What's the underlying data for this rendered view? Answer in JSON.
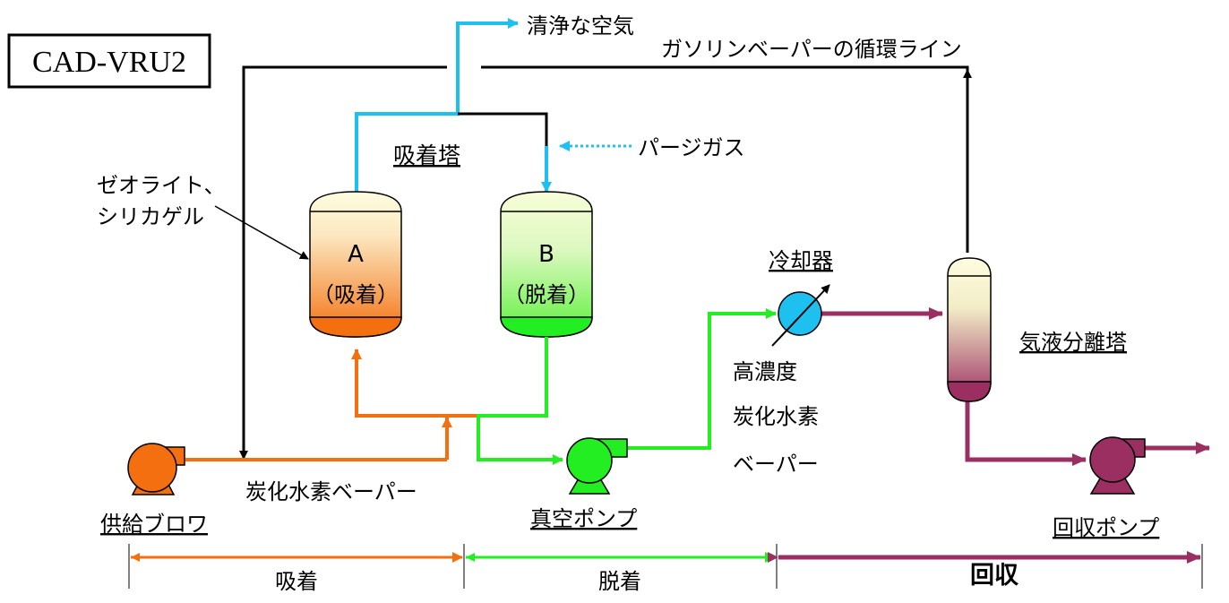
{
  "title_box": "CAD-VRU2",
  "labels": {
    "clean_air": "清浄な空気",
    "gasoline_recycle": "ガソリンベーパーの循環ライン",
    "adsorber_towers": "吸着塔",
    "purge_gas": "パージガス",
    "adsorbent_line1": "ゼオライト、",
    "adsorbent_line2": "シリカゲル",
    "cooler": "冷却器",
    "separator": "気液分離塔",
    "hc_high_line1": "高濃度",
    "hc_high_line2": "炭化水素",
    "hc_high_line3": "ベーパー",
    "hc_vapor": "炭化水素ベーパー",
    "supply_blower": "供給ブロワ",
    "vacuum_pump": "真空ポンプ",
    "recovery_pump": "回収ポンプ"
  },
  "vessels": {
    "a": {
      "letter": "A",
      "state": "（吸着）"
    },
    "b": {
      "letter": "B",
      "state": "（脱着）"
    }
  },
  "phases": {
    "adsorption": "吸着",
    "desorption": "脱着",
    "recovery": "回収"
  },
  "colors": {
    "orange": "#f36f0f",
    "green": "#22ee22",
    "purple": "#9b2f62",
    "cyan": "#1ec0ef",
    "black": "#000000"
  }
}
